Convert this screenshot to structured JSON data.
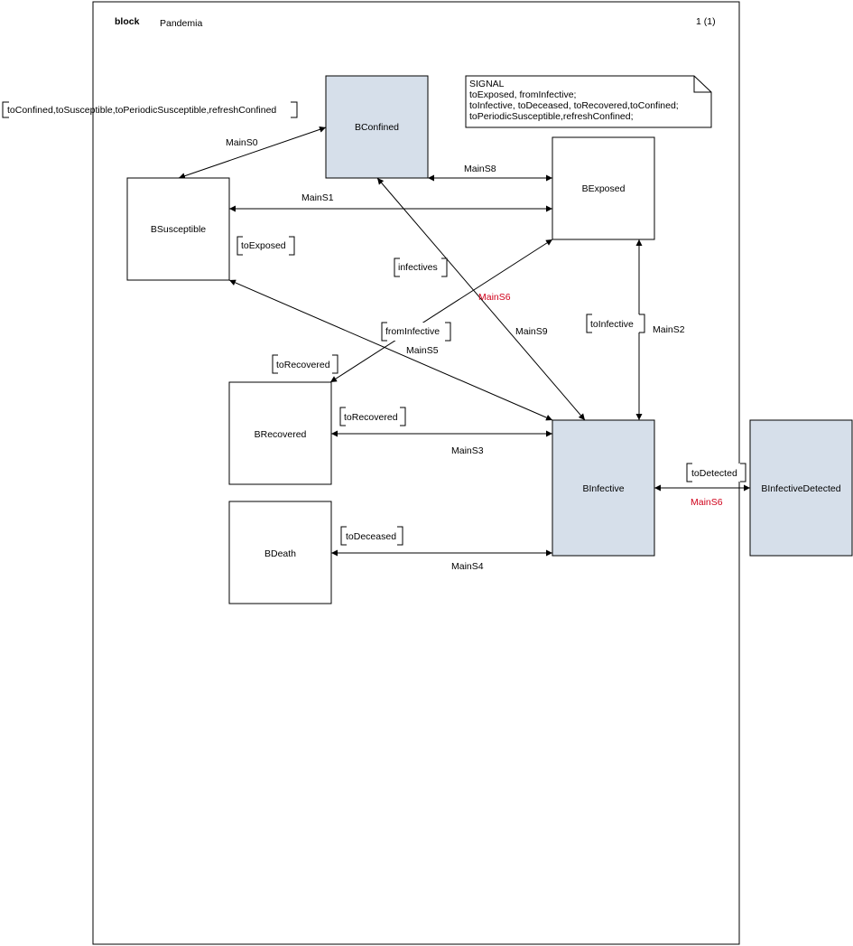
{
  "header": {
    "keyword": "block",
    "name": "Pandemia",
    "page": "1 (1)"
  },
  "colors": {
    "filled": "#d6dfea",
    "plain": "#ffffff",
    "stroke": "#000000",
    "red": "#d0021b"
  },
  "declaration": "toConfined,toSusceptible,toPeriodicSusceptible,refreshConfined",
  "note": {
    "lines": [
      "SIGNAL",
      "toExposed, fromInfective;",
      "toInfective, toDeceased, toRecovered,toConfined;",
      "toPeriodicSusceptible,refreshConfined;"
    ]
  },
  "blocks": {
    "confined": "BConfined",
    "exposed": "BExposed",
    "susceptible": "BSusceptible",
    "recovered": "BRecovered",
    "death": "BDeath",
    "infective": "BInfective",
    "infective_detected": "BInfectiveDetected"
  },
  "channels": {
    "s0": "MainS0",
    "s1": "MainS1",
    "s2": "MainS2",
    "s3": "MainS3",
    "s4": "MainS4",
    "s5": "MainS5",
    "s6a": "MainS6",
    "s6b": "MainS6",
    "s8": "MainS8",
    "s9": "MainS9"
  },
  "signals": {
    "to_exposed": "toExposed",
    "infectives": "infectives",
    "from_infective": "fromInfective",
    "to_infective": "toInfective",
    "to_recovered_a": "toRecovered",
    "to_recovered_b": "toRecovered",
    "to_deceased": "toDeceased",
    "to_detected": "toDetected"
  }
}
